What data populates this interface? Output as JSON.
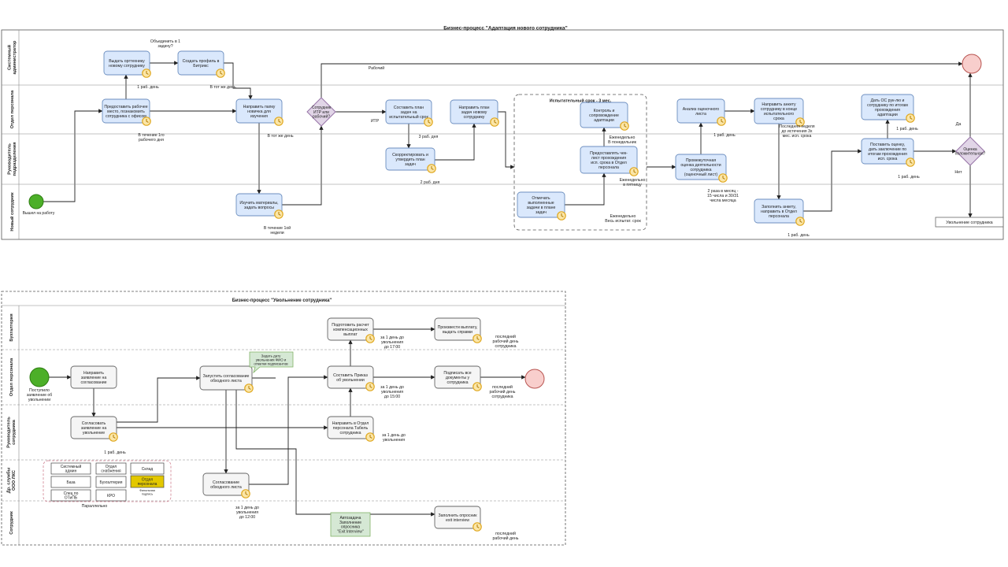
{
  "diagram1": {
    "title": "Бизнес-процесс \"Адаптация нового сотрудника\"",
    "lanes": [
      {
        "label": [
          "Системный",
          "администратор"
        ]
      },
      {
        "label": [
          "Отдел персонала"
        ]
      },
      {
        "label": [
          "Руководитель",
          "подразделения"
        ]
      },
      {
        "label": [
          "Новый сотрудник"
        ]
      }
    ],
    "tasks": [
      {
        "text": [
          "Выдать оргтехнику",
          "новому сотруднику"
        ]
      },
      {
        "text": [
          "Создать профиль в",
          "Битрикс"
        ]
      },
      {
        "text": [
          "Предоставить рабочее",
          "место, познакомить",
          "сотрудника с офисом"
        ]
      },
      {
        "text": [
          "Направить папку",
          "новичка для",
          "изучения"
        ]
      },
      {
        "text": [
          "Изучить материалы,",
          "задать вопросы"
        ]
      },
      {
        "text": [
          "Составить план",
          "задач на",
          "испытательный срок"
        ]
      },
      {
        "text": [
          "Скорректировать и",
          "утвердить план",
          "задач"
        ]
      },
      {
        "text": [
          "Направить план",
          "задач новому",
          "сотруднику"
        ]
      },
      {
        "text": [
          "Контроль и",
          "сопровождение",
          "адаптации"
        ]
      },
      {
        "text": [
          "Предоставлять чек-",
          "лист прохождения",
          "исп. срока в Отдел",
          "персонала"
        ]
      },
      {
        "text": [
          "Отмечать",
          "выполненные",
          "задачи в плане",
          "задач"
        ]
      },
      {
        "text": [
          "Анализ оценочного",
          "листа"
        ]
      },
      {
        "text": [
          "Промежуточная",
          "оценка деятельности",
          "сотрудника",
          "(оценочный лист)"
        ]
      },
      {
        "text": [
          "Направить анкету",
          "сотруднику в конце",
          "испытательного",
          "срока"
        ]
      },
      {
        "text": [
          "Заполнить анкету,",
          "направить в Отдел",
          "персонала"
        ]
      },
      {
        "text": [
          "Дать ОС рук-лю и",
          "сотруднику по итогам",
          "прохождения",
          "адаптации"
        ]
      },
      {
        "text": [
          "Поставить оценку,",
          "дать заключение по",
          "итогам прохождения",
          "исп. срока"
        ]
      }
    ],
    "gateways": [
      {
        "text": [
          "Сотрудник",
          "ИТР или",
          "рабочий?"
        ]
      },
      {
        "text": [
          "Оценка",
          "положительная?"
        ]
      }
    ],
    "group_label": "Испытательный срок - 3 мес.",
    "labels": [
      "Объединить в 1",
      "задачу?",
      "1 раб. день",
      "В тот же день",
      "В течение 1го",
      "рабочего дня",
      "В тот же день",
      "В течение 1ой",
      "недели",
      "Рабочий",
      "ИТР",
      "3 раб. дня",
      "2 раб. дня",
      "Еженедельно",
      "В понедельник",
      "Еженедельно",
      "в пятницу",
      "Еженедельно",
      "Весь испытат. срок",
      "1 раб. день",
      "2 раза в месяц -",
      "15 числа и 30/31",
      "числа месяца",
      "Последняя неделя",
      "до истечения 3х",
      "мес. исп. срока",
      "1 раб. день",
      "1 раб. день",
      "1 раб. день",
      "Да",
      "Нет",
      "Вышел на работу"
    ],
    "end_box": "Увольнение сотрудника"
  },
  "diagram2": {
    "title": "Бизнес-процесс \"Увольнение сотрудника\"",
    "lanes": [
      {
        "label": [
          "Бухгалтерия"
        ]
      },
      {
        "label": [
          "Отдел персонала"
        ]
      },
      {
        "label": [
          "Руководитель",
          "сотрудника"
        ]
      },
      {
        "label": [
          "Др. службы",
          "ООО ЛКС"
        ]
      },
      {
        "label": [
          "Сотрудник"
        ]
      }
    ],
    "tasks": [
      {
        "text": [
          "Направить",
          "заявление на",
          "согласование"
        ]
      },
      {
        "text": [
          "Запустить согласование",
          "обходного листа"
        ]
      },
      {
        "text": [
          "Подготовить расчет",
          "компенсационных",
          "выплат"
        ]
      },
      {
        "text": [
          "Произвести выплату,",
          "выдать справки"
        ]
      },
      {
        "text": [
          "Составить Приказ",
          "об увольнении"
        ]
      },
      {
        "text": [
          "Подписать все",
          "документы у",
          "сотрудника"
        ]
      },
      {
        "text": [
          "Согласовать",
          "заявление на",
          "увольнение"
        ]
      },
      {
        "text": [
          "Направить в Отдел",
          "персонала Табель",
          "сотрудника"
        ]
      },
      {
        "text": [
          "Согласование",
          "обходного листа"
        ]
      },
      {
        "text": [
          "Заполнить опросник",
          "exit interview"
        ]
      }
    ],
    "note": [
      "Задать дату",
      "увольнения ФИО и",
      "отметки подписантов"
    ],
    "auto_task": [
      "Автозадача",
      "Заполнение",
      "опросника",
      "\"Exit Interview\""
    ],
    "services": [
      {
        "text": [
          "Системный",
          "админ"
        ]
      },
      {
        "text": [
          "Отдел",
          "снабжения"
        ]
      },
      {
        "text": [
          "Склад"
        ]
      },
      {
        "text": [
          "База"
        ]
      },
      {
        "text": [
          "Бухгалтерия"
        ]
      },
      {
        "text": [
          "Отдел",
          "персонала"
        ]
      },
      {
        "text": [
          "Спец по",
          "ОТиПБ"
        ]
      },
      {
        "text": [
          "КРО"
        ]
      }
    ],
    "services_note": [
      "Финальная",
      "подпись"
    ],
    "services_caption": "Параллельно",
    "labels": [
      "Поступило",
      "заявление об",
      "увольнении",
      "1 раб. день",
      "за 1 день до",
      "увольнения",
      "до 17:00",
      "последний",
      "рабочий день",
      "сотрудника",
      "за 1 день до",
      "увольнения",
      "до 15:00",
      "последний",
      "рабочий день",
      "сотрудника",
      "за 1 день до",
      "увольнения",
      "за 1 день до",
      "увольнения",
      "до 12:00",
      "последний",
      "рабочий день"
    ]
  },
  "colors": {
    "task_fill_blue": "#dae8fc",
    "task_stroke_blue": "#6c8ebf",
    "task_fill_gray": "#f5f5f5",
    "task_stroke_gray": "#666666",
    "gateway_fill": "#e1d5e7",
    "gateway_stroke": "#9673a6",
    "start_fill": "#4caf28",
    "end_fill": "#f8cecc",
    "end_stroke": "#b85450",
    "note_fill": "#d5e8d4",
    "highlight_fill": "#e3c800"
  }
}
